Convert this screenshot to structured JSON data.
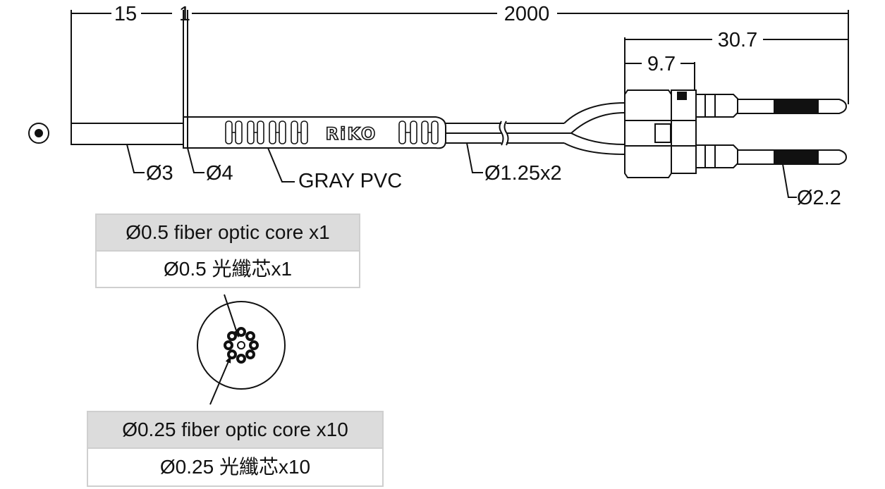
{
  "dimensions": {
    "d15": "15",
    "d1": "1",
    "d2000": "2000",
    "d30_7": "30.7",
    "d9_7": "9.7"
  },
  "labels": {
    "dia3": "Ø3",
    "dia4": "Ø4",
    "gray_pvc": "GRAY PVC",
    "dia1_25x2": "Ø1.25x2",
    "dia2_2": "Ø2.2"
  },
  "brand": "RiKO",
  "core_box_1": {
    "en": "Ø0.5 fiber optic core x1",
    "zh": "Ø0.5 光纖芯x1"
  },
  "core_box_2": {
    "en": "Ø0.25 fiber optic core x10",
    "zh": "Ø0.25 光纖芯x10"
  }
}
